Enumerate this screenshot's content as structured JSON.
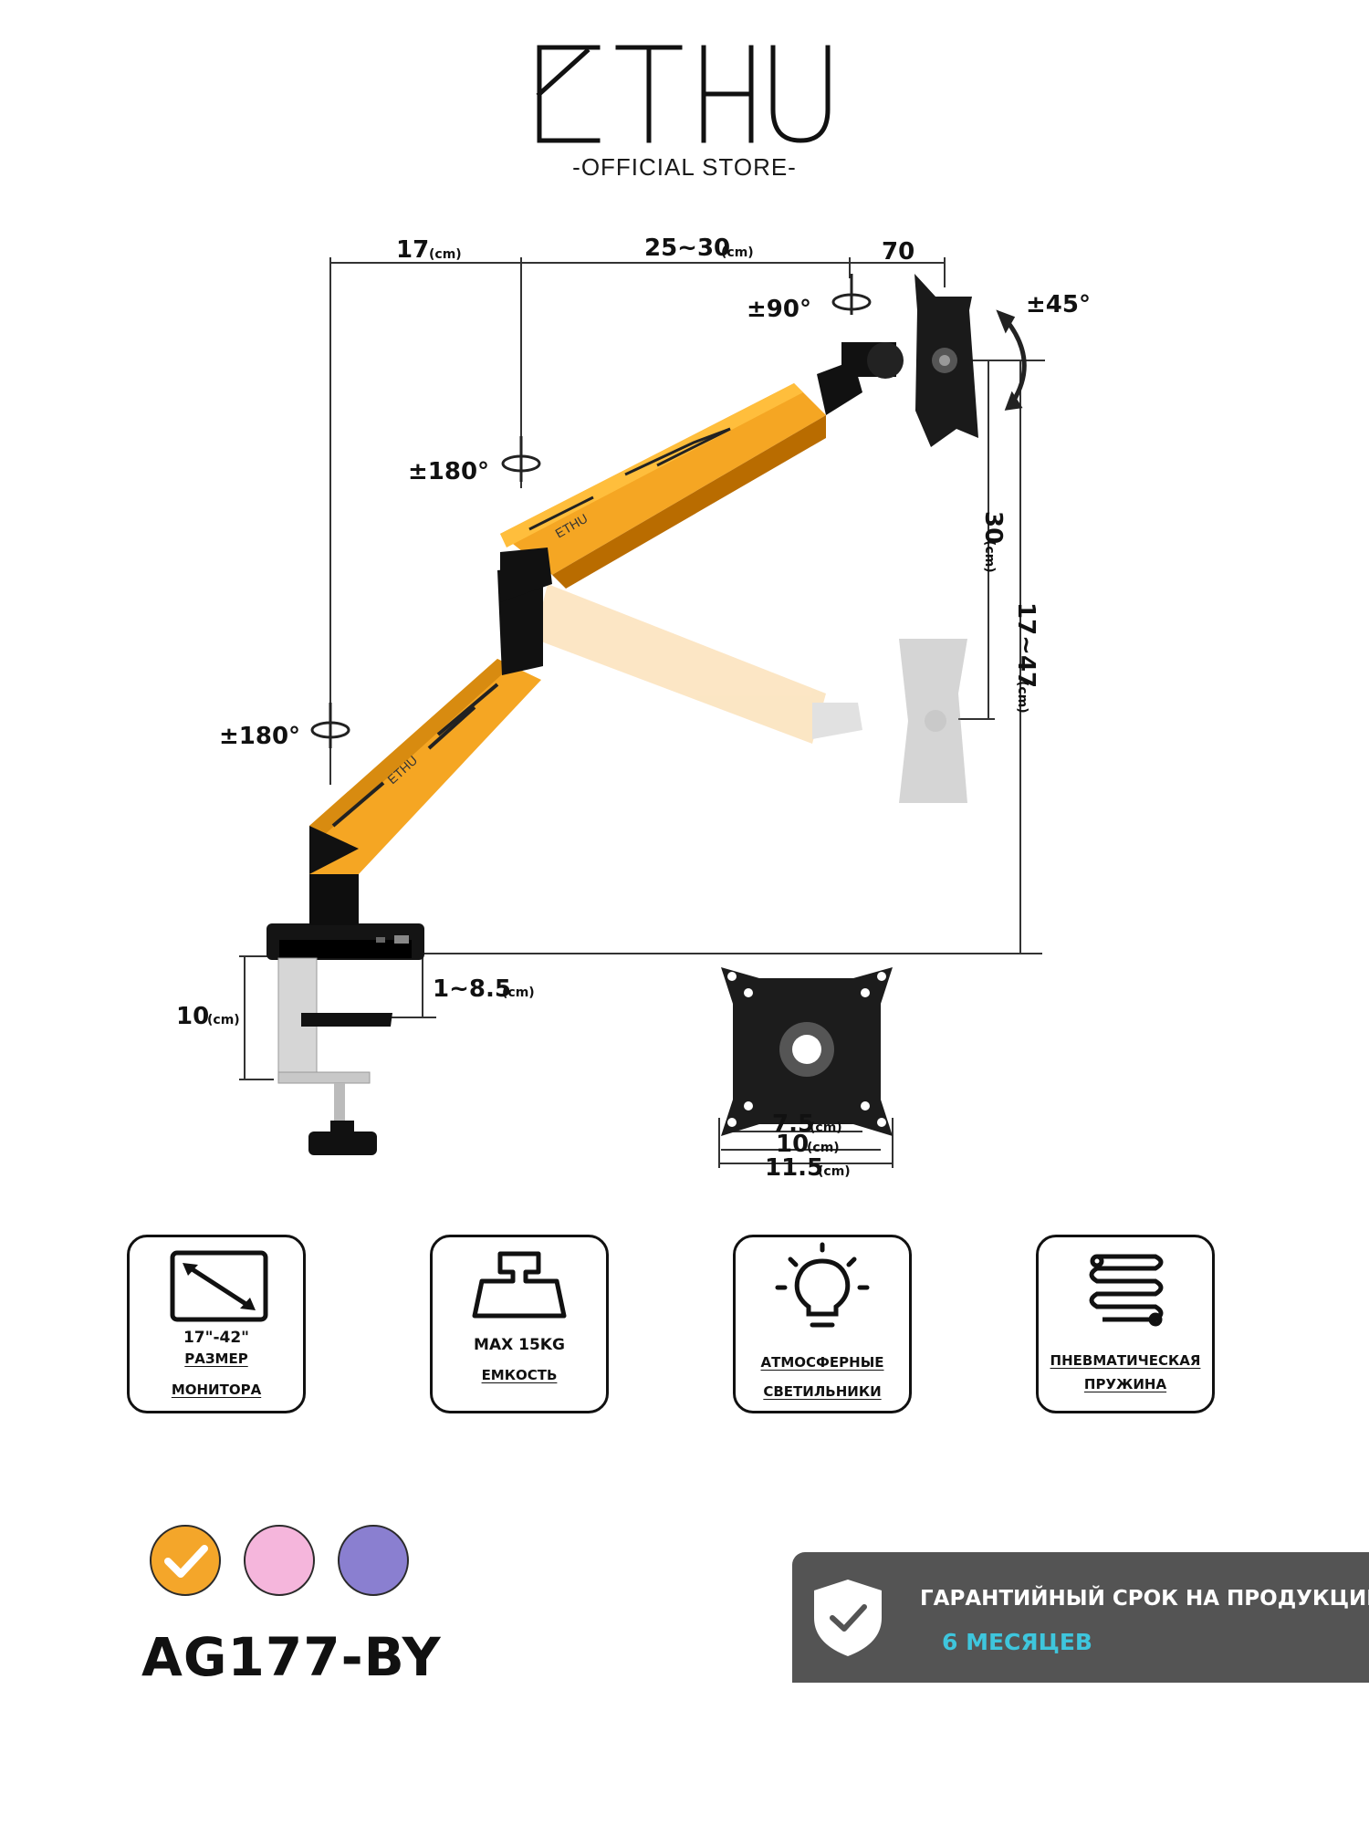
{
  "brand": {
    "logo_text": "ETHU",
    "store_label": "-OFFICIAL STORE-"
  },
  "diagram": {
    "dim_top_left": "17",
    "dim_top_mid": "25~30",
    "dim_top_right": "70",
    "unit": "(cm)",
    "rot_top": "±90°",
    "rot_tilt": "±45°",
    "rot_mid": "±180°",
    "rot_base": "±180°",
    "dim_vert_inner": "30",
    "dim_vert_outer": "17~47",
    "dim_clamp_height": "10",
    "dim_desk_range": "1~8.5",
    "vesa_1": "7.5",
    "vesa_2": "10",
    "vesa_3": "11.5",
    "arm_logo": "ETHU"
  },
  "features": [
    {
      "icon": "diagonal-screen-icon",
      "line1": "17\"-42\"",
      "line2": "РАЗМЕР",
      "line3": "МОНИТОРА"
    },
    {
      "icon": "weight-icon",
      "line1": "MAX 15KG",
      "line2": "ЕМКОСТЬ"
    },
    {
      "icon": "light-bulb-icon",
      "line1": "АТМОСФЕРНЫЕ",
      "line2": "СВЕТИЛЬНИКИ"
    },
    {
      "icon": "spring-icon",
      "line1": "ПНЕВМАТИЧЕСКАЯ",
      "line2": "ПРУЖИНА"
    }
  ],
  "colors": {
    "options": [
      "#f4a62a",
      "#f5b6dc",
      "#8a7fd0"
    ],
    "selected_index": 0,
    "arm_accent": "#f5a623",
    "warranty_bg": "#545454",
    "warranty_highlight": "#3ec6dd"
  },
  "model": "AG177-BY",
  "warranty": {
    "icon": "shield-check-icon",
    "line1": "ГАРАНТИЙНЫЙ СРОК НА ПРОДУКЦИЮ",
    "line2": "6 МЕСЯЦЕВ"
  }
}
